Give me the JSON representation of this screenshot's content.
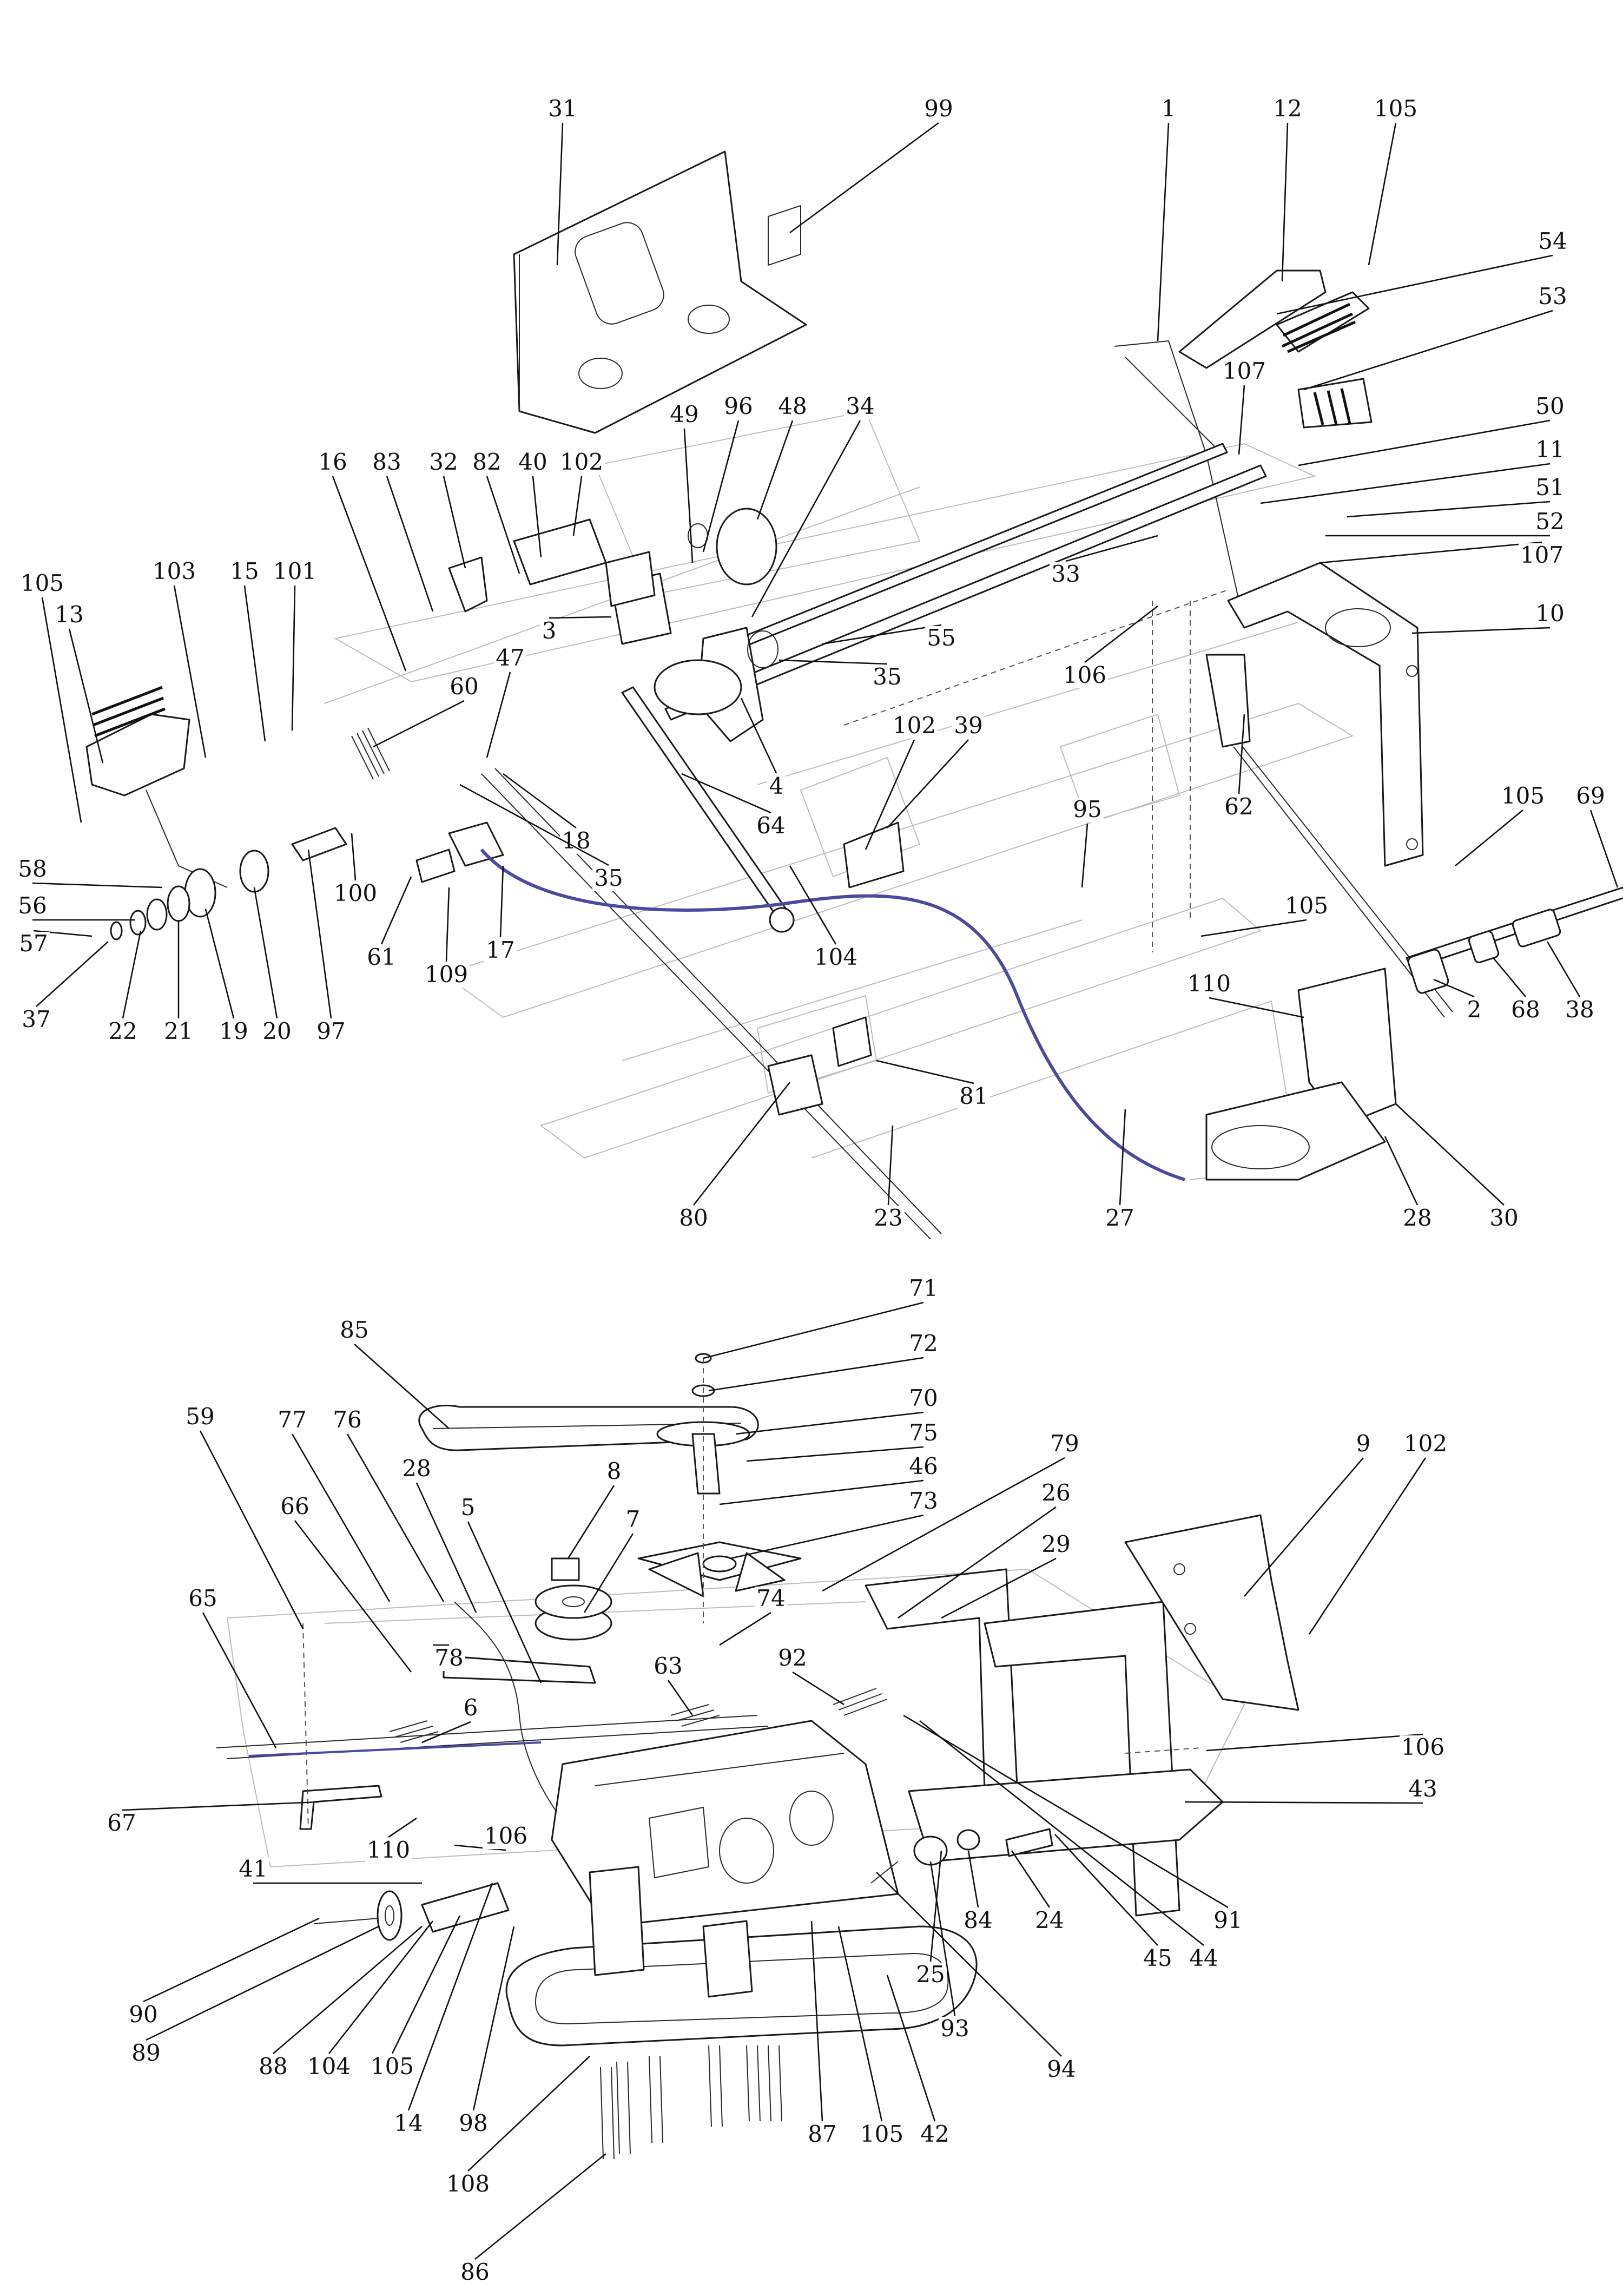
{
  "accent": {
    "cable": "#4a4aa0",
    "ink": "#111111",
    "frame_ghost": "#bdbdbd"
  },
  "callouts": [
    {
      "label": "31"
    },
    {
      "label": "99"
    },
    {
      "label": "1"
    },
    {
      "label": "12"
    },
    {
      "label": "105"
    },
    {
      "label": "54"
    },
    {
      "label": "53"
    },
    {
      "label": "107"
    },
    {
      "label": "50"
    },
    {
      "label": "11"
    },
    {
      "label": "51"
    },
    {
      "label": "52"
    },
    {
      "label": "107"
    },
    {
      "label": "33"
    },
    {
      "label": "10"
    },
    {
      "label": "106"
    },
    {
      "label": "49"
    },
    {
      "label": "96"
    },
    {
      "label": "48"
    },
    {
      "label": "34"
    },
    {
      "label": "16"
    },
    {
      "label": "83"
    },
    {
      "label": "32"
    },
    {
      "label": "82"
    },
    {
      "label": "40"
    },
    {
      "label": "102"
    },
    {
      "label": "105"
    },
    {
      "label": "13"
    },
    {
      "label": "103"
    },
    {
      "label": "15"
    },
    {
      "label": "101"
    },
    {
      "label": "3"
    },
    {
      "label": "55"
    },
    {
      "label": "35"
    },
    {
      "label": "47"
    },
    {
      "label": "60"
    },
    {
      "label": "4"
    },
    {
      "label": "102"
    },
    {
      "label": "39"
    },
    {
      "label": "62"
    },
    {
      "label": "105"
    },
    {
      "label": "69"
    },
    {
      "label": "18"
    },
    {
      "label": "95"
    },
    {
      "label": "64"
    },
    {
      "label": "35"
    },
    {
      "label": "58"
    },
    {
      "label": "56"
    },
    {
      "label": "57"
    },
    {
      "label": "37"
    },
    {
      "label": "22"
    },
    {
      "label": "21"
    },
    {
      "label": "19"
    },
    {
      "label": "20"
    },
    {
      "label": "97"
    },
    {
      "label": "100"
    },
    {
      "label": "61"
    },
    {
      "label": "109"
    },
    {
      "label": "17"
    },
    {
      "label": "104"
    },
    {
      "label": "105"
    },
    {
      "label": "110"
    },
    {
      "label": "2"
    },
    {
      "label": "68"
    },
    {
      "label": "38"
    },
    {
      "label": "81"
    },
    {
      "label": "80"
    },
    {
      "label": "23"
    },
    {
      "label": "27"
    },
    {
      "label": "28"
    },
    {
      "label": "30"
    },
    {
      "label": "71"
    },
    {
      "label": "72"
    },
    {
      "label": "85"
    },
    {
      "label": "70"
    },
    {
      "label": "75"
    },
    {
      "label": "46"
    },
    {
      "label": "59"
    },
    {
      "label": "77"
    },
    {
      "label": "76"
    },
    {
      "label": "28"
    },
    {
      "label": "8"
    },
    {
      "label": "7"
    },
    {
      "label": "79"
    },
    {
      "label": "26"
    },
    {
      "label": "9"
    },
    {
      "label": "102"
    },
    {
      "label": "5"
    },
    {
      "label": "73"
    },
    {
      "label": "66"
    },
    {
      "label": "29"
    },
    {
      "label": "74"
    },
    {
      "label": "65"
    },
    {
      "label": "78"
    },
    {
      "label": "92"
    },
    {
      "label": "63"
    },
    {
      "label": "6"
    },
    {
      "label": "106"
    },
    {
      "label": "43"
    },
    {
      "label": "67"
    },
    {
      "label": "110"
    },
    {
      "label": "106"
    },
    {
      "label": "41"
    },
    {
      "label": "91"
    },
    {
      "label": "84"
    },
    {
      "label": "24"
    },
    {
      "label": "44"
    },
    {
      "label": "45"
    },
    {
      "label": "25"
    },
    {
      "label": "90"
    },
    {
      "label": "89"
    },
    {
      "label": "88"
    },
    {
      "label": "104"
    },
    {
      "label": "105"
    },
    {
      "label": "93"
    },
    {
      "label": "94"
    },
    {
      "label": "14"
    },
    {
      "label": "98"
    },
    {
      "label": "87"
    },
    {
      "label": "105"
    },
    {
      "label": "42"
    },
    {
      "label": "108"
    },
    {
      "label": "86"
    }
  ]
}
